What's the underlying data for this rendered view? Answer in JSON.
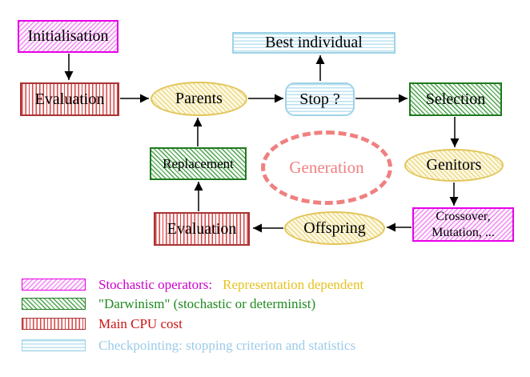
{
  "nodes": {
    "initialisation": "Initialisation",
    "evaluation_top": "Evaluation",
    "parents": "Parents",
    "stop": "Stop ?",
    "best_individual": "Best individual",
    "selection": "Selection",
    "genitors": "Genitors",
    "crossover_line1": "Crossover,",
    "crossover_line2": "Mutation, ...",
    "offspring": "Offspring",
    "evaluation_bottom": "Evaluation",
    "replacement": "Replacement",
    "generation": "Generation"
  },
  "legend": {
    "rows": [
      {
        "swatch": "magenta-hatch",
        "label": "Stochastic operators:",
        "label2": "Representation dependent"
      },
      {
        "swatch": "green-hatch",
        "label": "\"Darwinism\" (stochastic or determinist)"
      },
      {
        "swatch": "red-vertical-stripes",
        "label": "Main CPU cost"
      },
      {
        "swatch": "cyan-horizontal-stripes",
        "label": "Checkpointing: stopping criterion and statistics"
      }
    ]
  },
  "colors": {
    "magenta_border": "#E800E8",
    "magenta_hatch": "#F08CF0",
    "red_border": "#A93434",
    "red_stripe": "#D64949",
    "green_border": "#1F7A1F",
    "green_hatch": "#4FA34F",
    "cyan_border": "#9FD3E6",
    "cyan_stripe": "#BCE2F0",
    "yellow_border": "#E2C65A",
    "yellow_hatch": "#EDD98A",
    "salmon": "#F08080",
    "arrow": "#000000",
    "legend_text_magenta": "#CC00CC",
    "legend_text_gold": "#E6C21E",
    "legend_text_green": "#1F8A1F",
    "legend_text_red": "#CC1414",
    "legend_text_cyan": "#9CCBEA"
  }
}
